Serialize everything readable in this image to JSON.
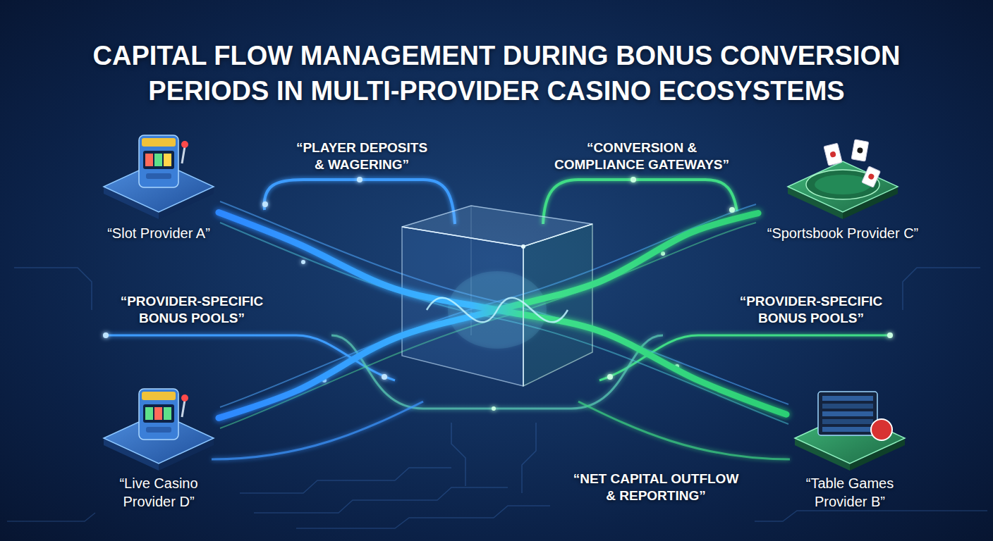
{
  "diagram": {
    "title": "CAPITAL FLOW MANAGEMENT DURING BONUS CONVERSION PERIODS IN MULTI-PROVIDER CASINO ECOSYSTEMS",
    "nodes": [
      {
        "text": [
          "“Slot Provider A”"
        ]
      },
      {
        "text": [
          "“Sportsbook Provider C”"
        ]
      },
      {
        "text": [
          "“Live Casino Provider D”"
        ]
      },
      {
        "text": [
          "“Table Games Provider B”"
        ]
      }
    ],
    "edges": [
      {
        "from": 0,
        "to": 3,
        "arrow": "none"
      },
      {
        "from": 2,
        "to": 1,
        "arrow": "none"
      }
    ],
    "labels": [
      "“PLAYER DEPOSITS & WAGERING”",
      "“CONVERSION & COMPLIANCE GATEWAYS”",
      "“PROVIDER-SPECIFIC BONUS POOLS”",
      "“PROVIDER-SPECIFIC BONUS POOLS”",
      "“NET CAPITAL OUTFLOW & REPORTING”"
    ]
  }
}
